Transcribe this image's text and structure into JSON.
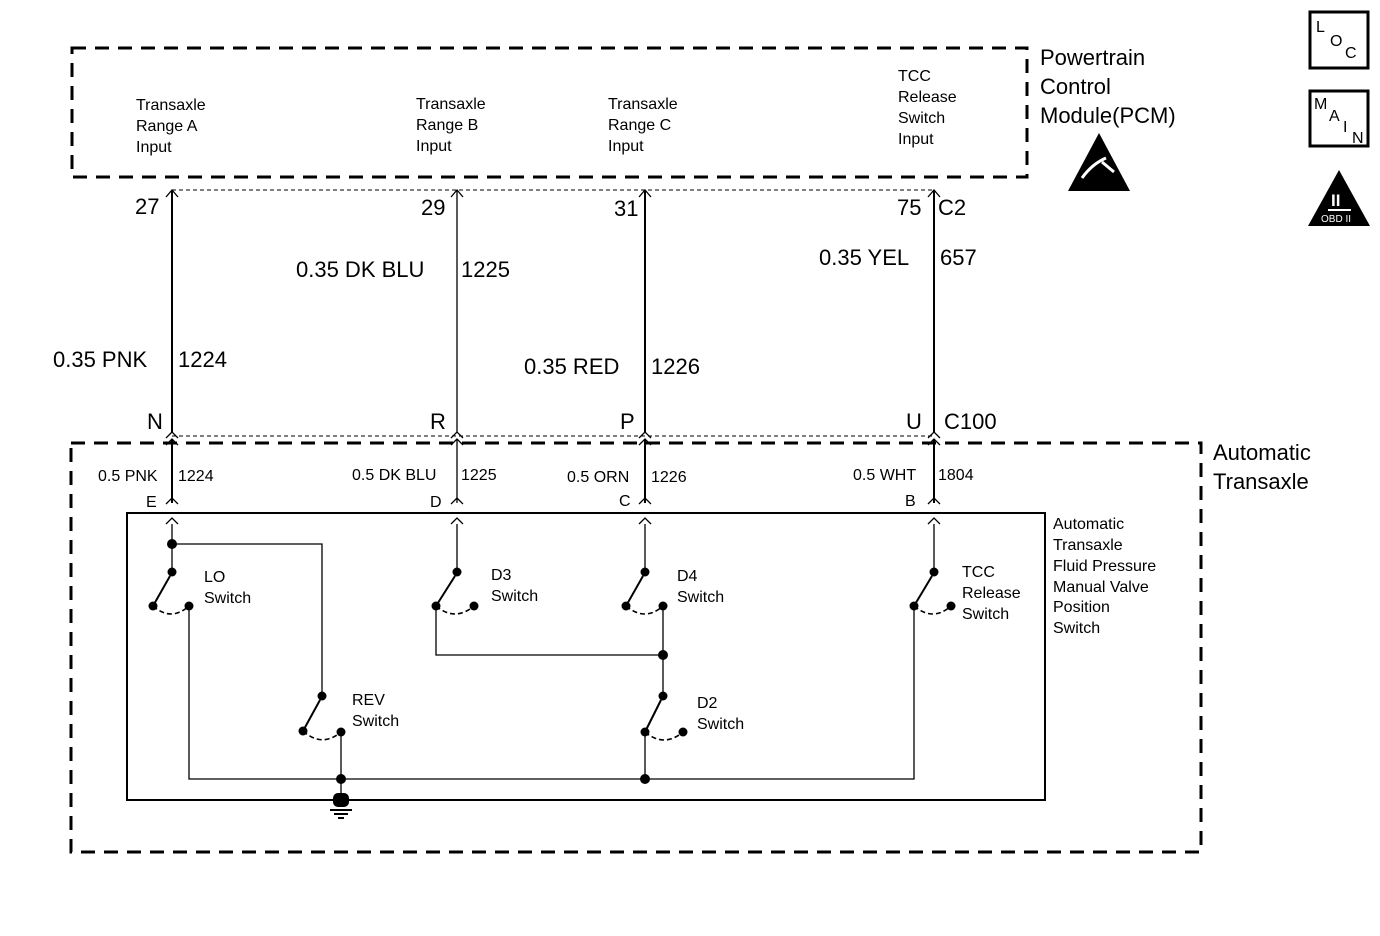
{
  "pcm": {
    "title_lines": [
      "Powertrain",
      "Control",
      "Module(PCM)"
    ],
    "inputs": [
      {
        "lines": [
          "Transaxle",
          "Range A",
          "Input"
        ]
      },
      {
        "lines": [
          "Transaxle",
          "Range B",
          "Input"
        ]
      },
      {
        "lines": [
          "Transaxle",
          "Range C",
          "Input"
        ]
      },
      {
        "lines": [
          "TCC",
          "Release",
          "Switch",
          "Input"
        ]
      }
    ],
    "connector": "C2"
  },
  "icons": {
    "loc": {
      "letters": [
        "L",
        "O",
        "C"
      ]
    },
    "main": {
      "letters": [
        "M",
        "A",
        "I",
        "N"
      ]
    },
    "obd": {
      "numeral": "II",
      "label": "OBD II"
    }
  },
  "circuits": [
    {
      "pcm_pin": "27",
      "wire_color": "0.35 PNK",
      "circuit": "1224",
      "c100_pin": "N",
      "trans_wire_color": "0.5 PNK",
      "trans_circuit": "1224",
      "trans_pin": "E"
    },
    {
      "pcm_pin": "29",
      "wire_color": "0.35 DK BLU",
      "circuit": "1225",
      "c100_pin": "R",
      "trans_wire_color": "0.5 DK BLU",
      "trans_circuit": "1225",
      "trans_pin": "D"
    },
    {
      "pcm_pin": "31",
      "wire_color": "0.35 RED",
      "circuit": "1226",
      "c100_pin": "P",
      "trans_wire_color": "0.5 ORN",
      "trans_circuit": "1226",
      "trans_pin": "C"
    },
    {
      "pcm_pin": "75",
      "wire_color": "0.35 YEL",
      "circuit": "657",
      "c100_pin": "U",
      "trans_wire_color": "0.5 WHT",
      "trans_circuit": "1804",
      "trans_pin": "B"
    }
  ],
  "c100": {
    "label": "C100"
  },
  "transaxle": {
    "title_lines": [
      "Automatic",
      "Transaxle"
    ],
    "switch_assembly_lines": [
      "Automatic",
      "Transaxle",
      "Fluid Pressure",
      "Manual Valve",
      "Position",
      "Switch"
    ]
  },
  "switches": {
    "lo": [
      "LO",
      "Switch"
    ],
    "rev": [
      "REV",
      "Switch"
    ],
    "d3": [
      "D3",
      "Switch"
    ],
    "d4": [
      "D4",
      "Switch"
    ],
    "d2": [
      "D2",
      "Switch"
    ],
    "tcc": [
      "TCC",
      "Release",
      "Switch"
    ]
  }
}
